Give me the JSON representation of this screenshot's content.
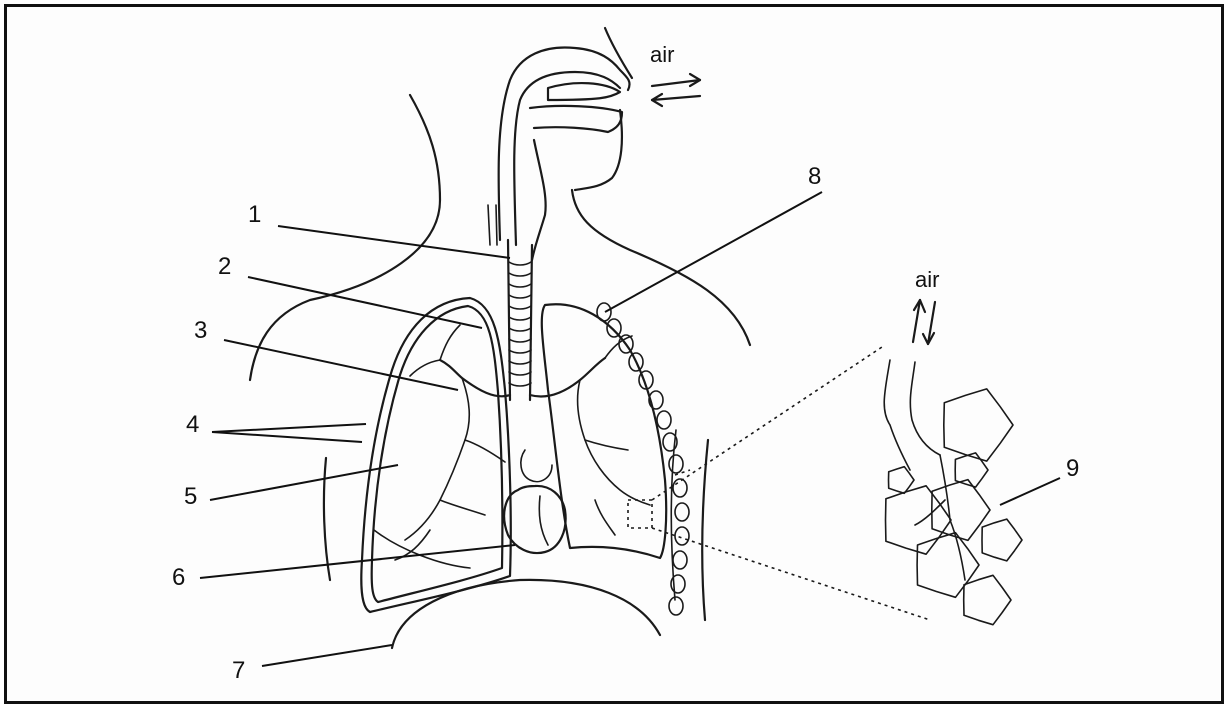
{
  "air_labels": {
    "top": "air",
    "alveoli": "air"
  },
  "labels": [
    {
      "key": "1",
      "text": "1"
    },
    {
      "key": "2",
      "text": "2"
    },
    {
      "key": "3",
      "text": "3"
    },
    {
      "key": "4",
      "text": "4"
    },
    {
      "key": "5",
      "text": "5"
    },
    {
      "key": "6",
      "text": "6"
    },
    {
      "key": "7",
      "text": "7"
    },
    {
      "key": "8",
      "text": "8"
    },
    {
      "key": "9",
      "text": "9"
    }
  ]
}
